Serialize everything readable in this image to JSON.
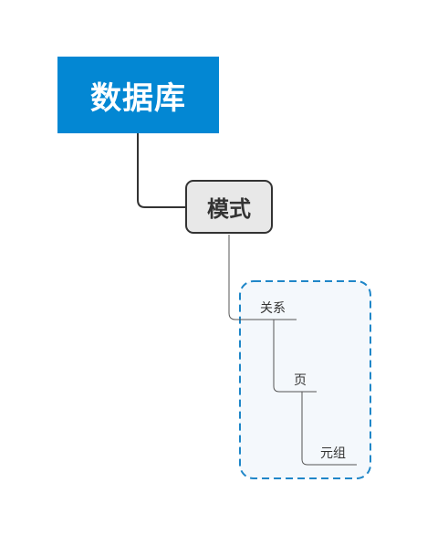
{
  "nodes": {
    "root": {
      "label": "数据库"
    },
    "schema": {
      "label": "模式"
    },
    "relation": {
      "label": "关系"
    },
    "page": {
      "label": "页"
    },
    "tuple": {
      "label": "元组"
    }
  },
  "colors": {
    "root_fill": "#0387d3",
    "root_text": "#ffffff",
    "schema_fill": "#e8e8e8",
    "schema_border": "#333333",
    "connector": "#333333",
    "group_border": "#1f86c8",
    "group_fill": "#f4f8fc",
    "leaf_text": "#333333"
  }
}
